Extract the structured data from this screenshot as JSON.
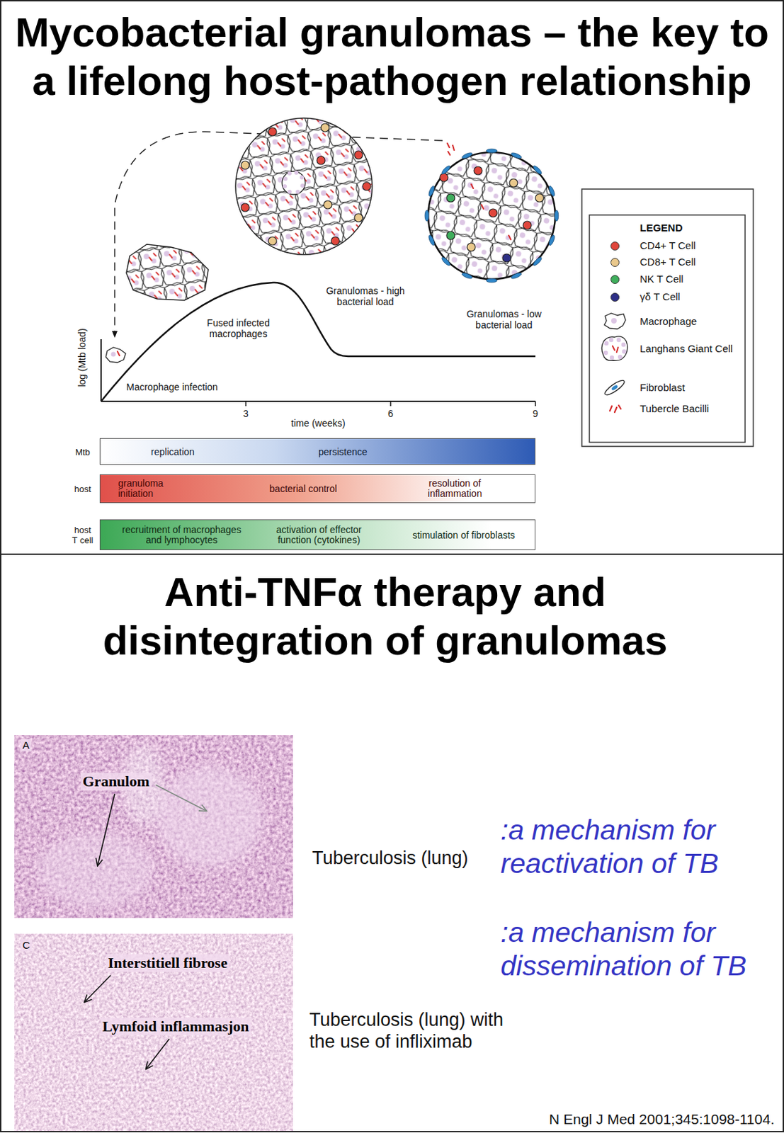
{
  "diagram": {
    "title": "Mycobacterial granulomas – the key to a lifelong host-pathogen relationship",
    "caption": "N Engl J Med 2001;345:1098-1104.",
    "nodes": [
      {
        "text": [
          "Mtb",
          "replication",
          "persistence"
        ]
      },
      {
        "text": [
          "host",
          "granuloma initiation",
          "bacterial control",
          "resolution of inflammation"
        ]
      },
      {
        "text": [
          "host T cell",
          "recruitment of macrophages and lymphocytes",
          "activation of effector function (cytokines)",
          "stimulation of fibroblasts"
        ]
      }
    ],
    "labels": [
      "log (Mtb load)",
      "Macrophage infection",
      "Fused infected macrophages",
      "Granulomas - high bacterial load",
      "Granulomas - low bacterial load",
      "3",
      "6",
      "9",
      "time (weeks)",
      "LEGEND",
      "Anti-TNFα therapy and disintegration of granulomas",
      "A",
      "Granulom",
      "C",
      "Interstitiell fibrose",
      "Lymfoid inflammasjon",
      "Tuberculosis (lung)",
      ":a mechanism for reactivation of TB",
      ":a mechanism for dissemination of TB",
      "Tuberculosis (lung) with the use of infliximab"
    ],
    "legend": [
      {
        "text": "CD4+ T Cell",
        "color": "#e0463c"
      },
      {
        "text": "CD8+ T Cell",
        "color": "#e9c88c"
      },
      {
        "text": "NK T Cell",
        "color": "#3fae5c"
      },
      {
        "text": "γδ T Cell",
        "color": "#2e2f86"
      },
      {
        "text": "Macrophage"
      },
      {
        "text": "Langhans Giant Cell"
      },
      {
        "text": "Fibroblast"
      },
      {
        "text": "Tubercle Bacilli"
      }
    ]
  }
}
